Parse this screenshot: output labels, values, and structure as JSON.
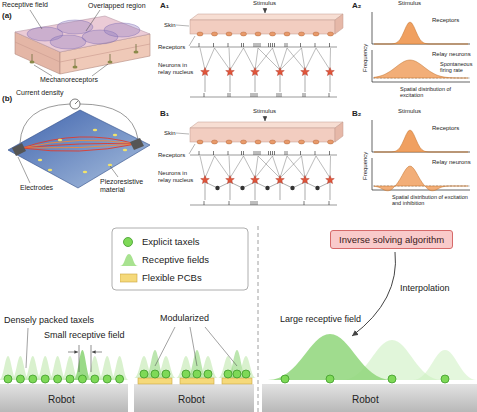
{
  "diagram": {
    "nodes": [
      {
        "text": [
          "Inverse solving algorithm"
        ]
      }
    ],
    "labels": [
      "(a)",
      "Receptive field",
      "Overlapped region",
      "Mechanoreceptors",
      "(b)",
      "Current density",
      "Electrodes",
      "Piezoresistive material",
      "A₁",
      "Stimulus",
      "Skin",
      "Receptors",
      "Neurons in relay nucleus",
      "A₂",
      "Stimulus",
      "Receptors",
      "Relay neurons",
      "Frequency",
      "Spontaneous firing rate",
      "Spatial distribution of excitation",
      "B₁",
      "Stimulus",
      "Skin",
      "Receptors",
      "Neurons in relay nucleus",
      "B₂",
      "Stimulus",
      "Receptors",
      "Relay neurons",
      "Frequency",
      "Spatial distribution of excitation and inhibition",
      "Densely packed taxels",
      "Small receptive field",
      "Robot",
      "Modularized",
      "Robot",
      "Interpolation",
      "Large receptive field",
      "Robot"
    ],
    "legend": [
      {
        "text": "Explicit taxels",
        "color": "#7ed957"
      },
      {
        "text": "Receptive fields",
        "color": "#a8e290"
      },
      {
        "text": "Flexible PCBs",
        "color": "#f5d97a"
      }
    ]
  }
}
